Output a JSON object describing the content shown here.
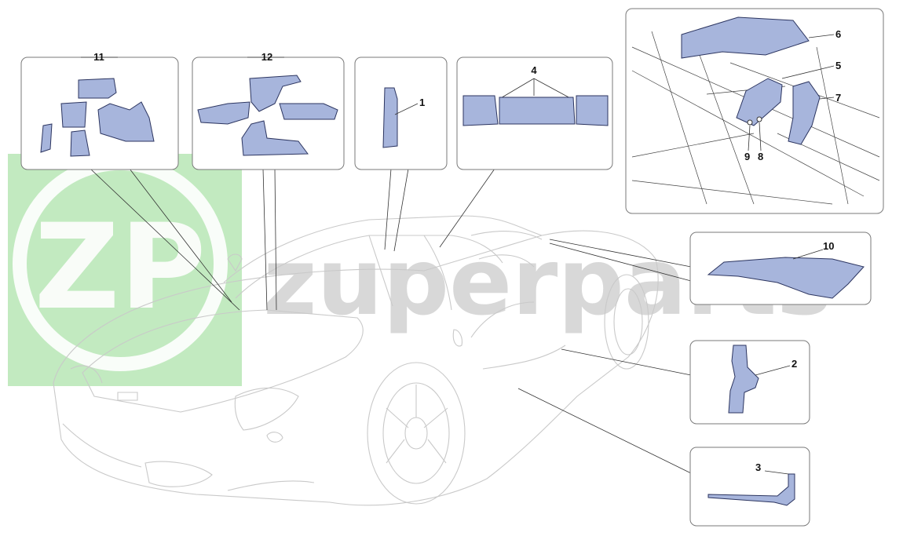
{
  "watermark": {
    "brand_text": "zuperparts",
    "logo_letters": "ZP",
    "logo_color": "#8fd98c"
  },
  "colors": {
    "part_fill": "#a7b5dc",
    "part_stroke": "#2c3560",
    "car_line": "#c9c9c9"
  },
  "callouts": {
    "c1": "1",
    "c2": "2",
    "c3": "3",
    "c4": "4",
    "c5": "5",
    "c6": "6",
    "c7": "7",
    "c8": "8",
    "c9": "9",
    "c10": "10",
    "c11": "11",
    "c12": "12"
  }
}
